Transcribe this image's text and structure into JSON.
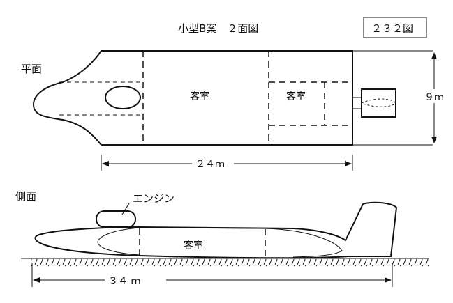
{
  "title": "小型B案　２面図",
  "figure_number": "２３２図",
  "plan_view": {
    "label": "平面",
    "cabin_main": "客室",
    "cabin_rear": "客室",
    "width_dim": "９ｍ",
    "length_dim": "２４ｍ"
  },
  "side_view": {
    "label": "側面",
    "engine": "エンジン",
    "cabin": "客室",
    "length_dim": "３４ ｍ"
  }
}
